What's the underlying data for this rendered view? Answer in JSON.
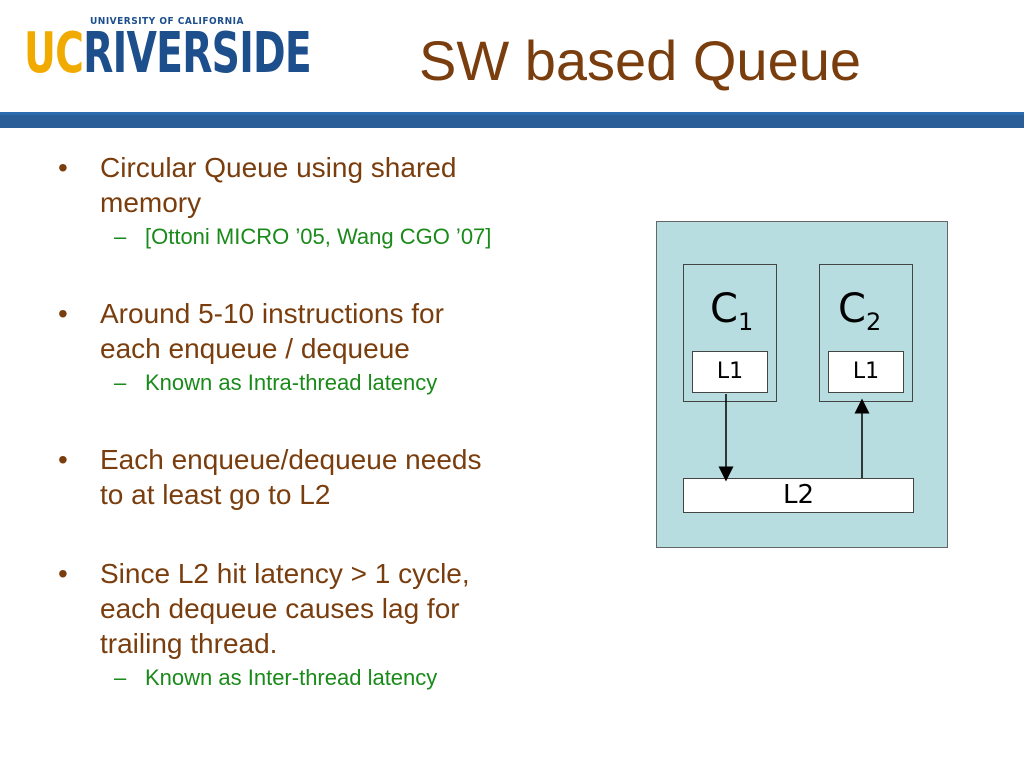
{
  "logo": {
    "small_text": "UNIVERSITY OF CALIFORNIA",
    "uc_text": "UC",
    "main_text": "RIVERSIDE"
  },
  "title": "SW based Queue",
  "bullets": [
    {
      "text": "Circular Queue using shared memory",
      "sub": "[Ottoni MICRO ’05, Wang CGO ’07]"
    },
    {
      "text": "Around 5-10 instructions for each enqueue / dequeue",
      "sub": "Known as Intra-thread latency"
    },
    {
      "text": "Each enqueue/dequeue needs to at least go to L2",
      "sub": ""
    },
    {
      "text": "Since L2 hit latency > 1 cycle, each dequeue causes lag for trailing thread.",
      "sub": "Known as Inter-thread latency"
    }
  ],
  "bullet_line1": [
    "Circular Queue using shared",
    "Around 5-10 instructions for",
    "Each enqueue/dequeue needs",
    "Since L2 hit latency > 1 cycle,"
  ],
  "bullet_line2": [
    "memory",
    "each enqueue / dequeue",
    "to at least go to L2",
    "each dequeue causes lag for"
  ],
  "bullet_line3": [
    "",
    "",
    "",
    "trailing thread."
  ],
  "bullet_marker": "•",
  "sub_marker": "–",
  "diagram": {
    "core_left": {
      "label": "C",
      "subscript": "1",
      "cache": "L1"
    },
    "core_right": {
      "label": "C",
      "subscript": "2",
      "cache": "L1"
    },
    "shared_cache": "L2"
  },
  "colors": {
    "title": "#7a3e0e",
    "bullet_text": "#7a3e0e",
    "sub_text": "#1a8a1a",
    "header_bar": "#2a5e99",
    "diagram_bg": "#b7dde1",
    "logo_gold": "#f1ab00",
    "logo_blue": "#1c4f8c"
  }
}
